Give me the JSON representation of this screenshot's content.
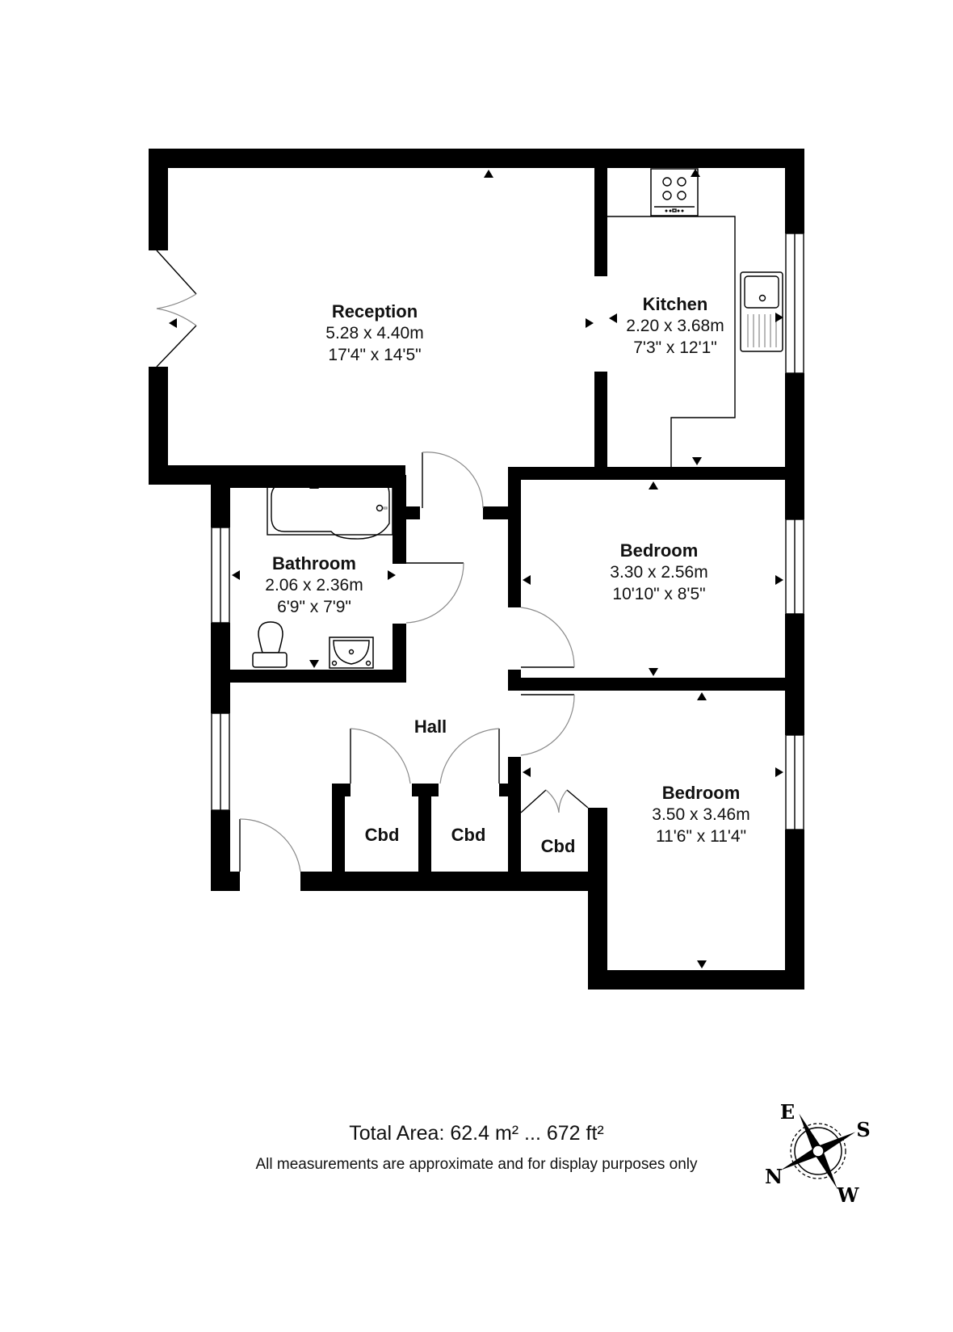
{
  "floorplan": {
    "rooms": [
      {
        "id": "reception",
        "name": "Reception",
        "metric": "5.28 x 4.40m",
        "imperial": "17'4\" x 14'5\""
      },
      {
        "id": "kitchen",
        "name": "Kitchen",
        "metric": "2.20 x 3.68m",
        "imperial": "7'3\" x 12'1\""
      },
      {
        "id": "bathroom",
        "name": "Bathroom",
        "metric": "2.06 x 2.36m",
        "imperial": "6'9\" x 7'9\""
      },
      {
        "id": "bedroom1",
        "name": "Bedroom",
        "metric": "3.30 x 2.56m",
        "imperial": "10'10\" x 8'5\""
      },
      {
        "id": "bedroom2",
        "name": "Bedroom",
        "metric": "3.50 x 3.46m",
        "imperial": "11'6\" x 11'4\""
      },
      {
        "id": "hall",
        "name": "Hall"
      }
    ],
    "cupboards": [
      "Cbd",
      "Cbd",
      "Cbd"
    ],
    "fixtures": [
      "hob-icon",
      "kitchen-sink-icon",
      "bath-icon",
      "toilet-icon",
      "basin-icon"
    ],
    "colors": {
      "walls": "#000000",
      "background": "#ffffff",
      "door_swing": "#8a8a8a"
    }
  },
  "footer": {
    "total_area": "Total Area: 62.4 m² ... 672 ft²",
    "disclaimer": "All measurements are approximate and for display purposes only"
  },
  "compass": {
    "n": "N",
    "e": "E",
    "s": "S",
    "w": "W"
  }
}
